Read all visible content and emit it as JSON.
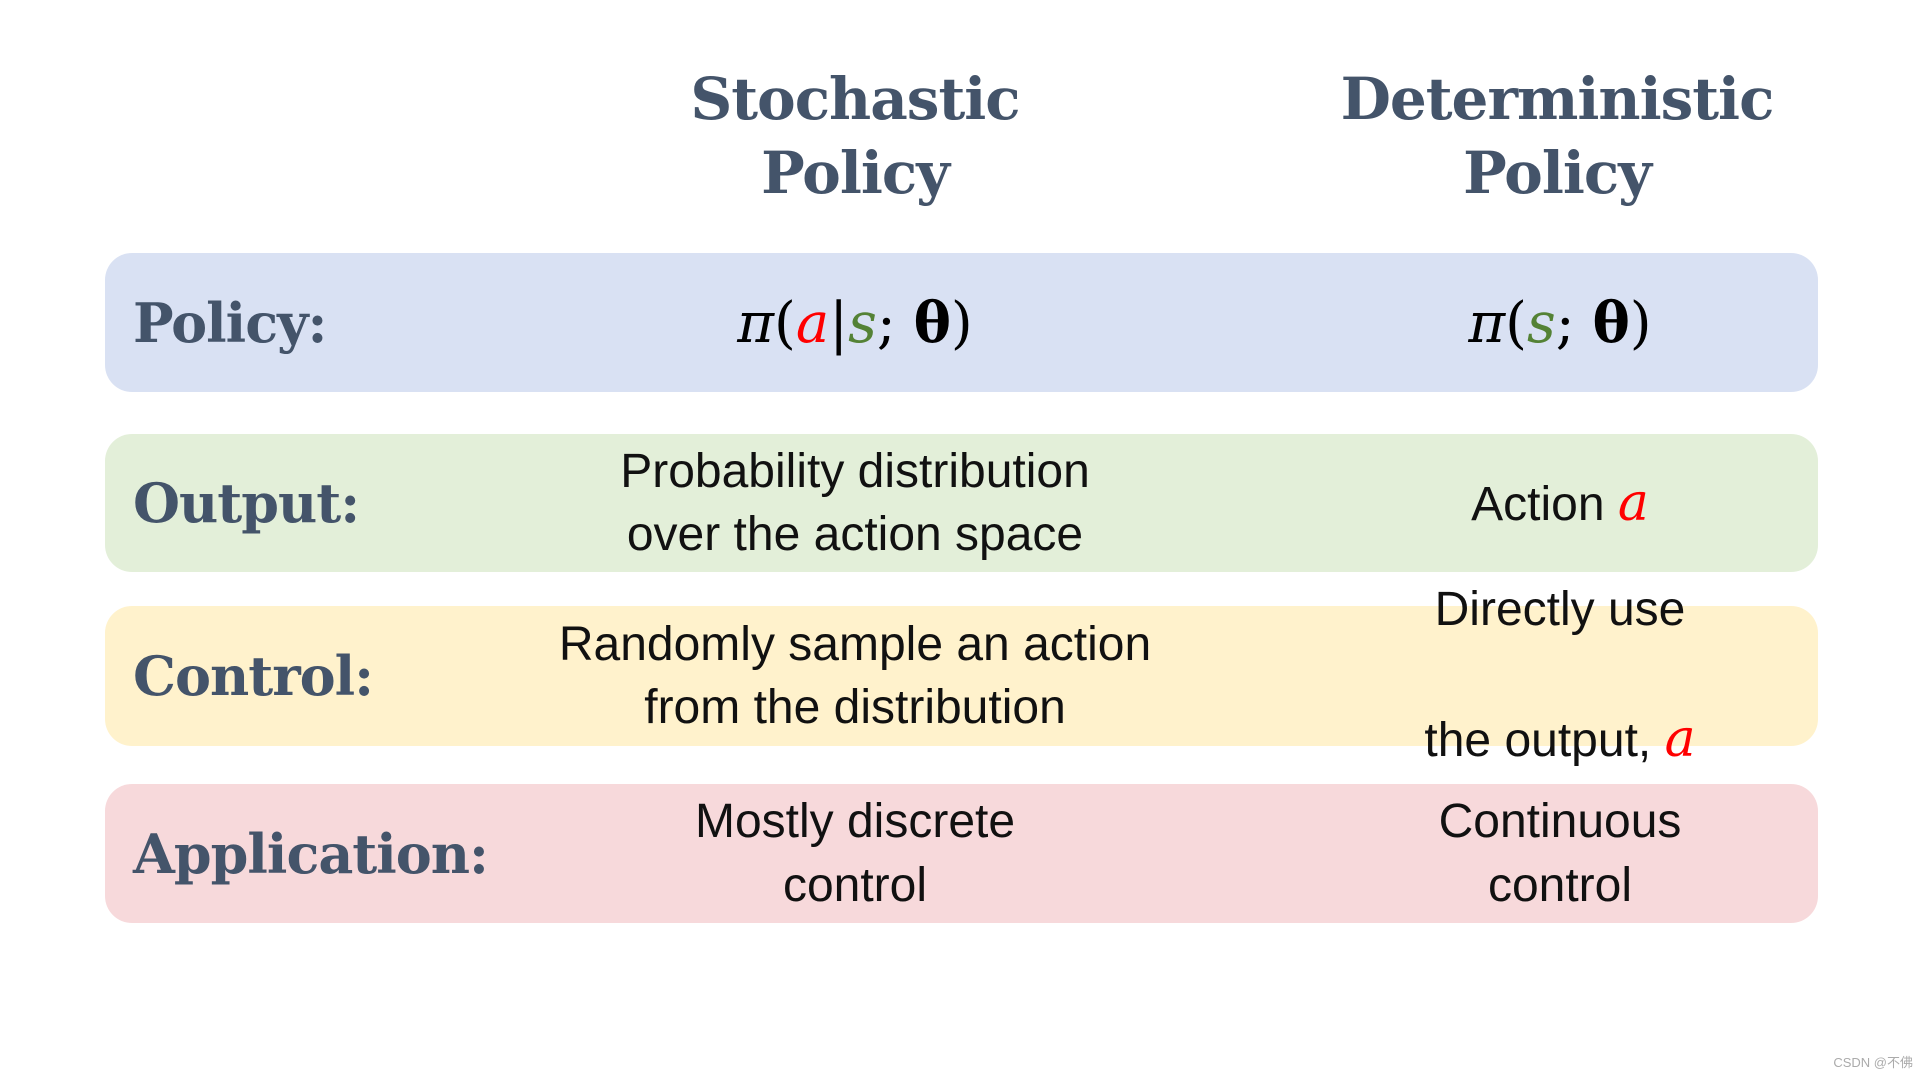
{
  "table": {
    "col_headers": {
      "stochastic": "Stochastic\nPolicy",
      "deterministic": "Deterministic\nPolicy"
    },
    "policy_row": {
      "label": "Policy:",
      "stochastic_formula": {
        "pi": "π",
        "open": "(",
        "a": "a",
        "pipe": "|",
        "s": "s",
        "semi": "; ",
        "theta": "θ",
        "close": ")"
      },
      "deterministic_formula": {
        "pi": "π",
        "open": "(",
        "s": "s",
        "semi": "; ",
        "theta": "θ",
        "close": ")"
      }
    },
    "output_row": {
      "label": "Output:",
      "stochastic": "Probability distribution\nover the action space",
      "deterministic_text": "Action ",
      "deterministic_var": "a"
    },
    "control_row": {
      "label": "Control:",
      "stochastic": "Randomly sample an action\nfrom the distribution",
      "deterministic_line1": "Directly use",
      "deterministic_line2_text": "the output, ",
      "deterministic_var": "a"
    },
    "application_row": {
      "label": "Application:",
      "stochastic": "Mostly discrete\ncontrol",
      "deterministic": "Continuous\ncontrol"
    }
  },
  "watermark": "CSDN @不佛",
  "colors": {
    "heading_text": "#44546A",
    "policy_band_bg": "#D9E1F3",
    "output_band_bg": "#E3EFD9",
    "control_band_bg": "#FFF2CC",
    "application_band_bg": "#F7D9DB",
    "action_variable_red": "#FF0000",
    "state_variable_green": "#548235",
    "body_text": "#111111",
    "watermark_gray": "#ABABAB"
  }
}
